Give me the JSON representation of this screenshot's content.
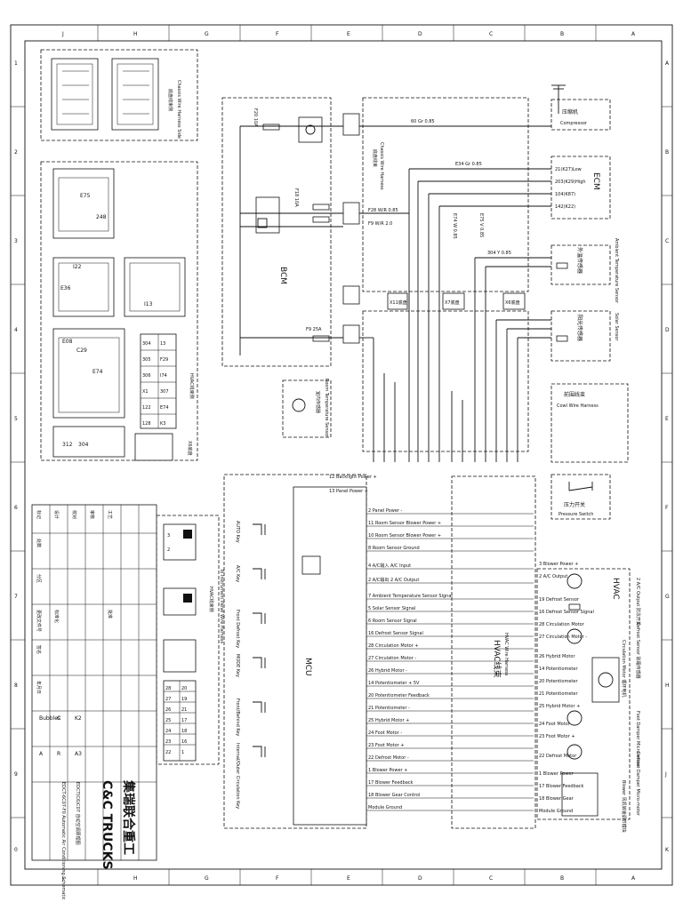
{
  "grid": {
    "cols_top": [
      "J",
      "H",
      "G",
      "F",
      "E",
      "D",
      "C",
      "B",
      "A"
    ],
    "rows_side": [
      "1",
      "2",
      "3",
      "4",
      "5",
      "6",
      "7",
      "8",
      "9",
      "0",
      "A",
      "B",
      "C",
      "D",
      "E",
      "F",
      "G",
      "H",
      "J",
      "K"
    ]
  },
  "boxes": {
    "compressor": {
      "cn": "压缩机",
      "en": "Compressor"
    },
    "ecm": {
      "name": "ECM",
      "pins": [
        "21(K27)Low",
        "203(K29)High",
        "104(K87)",
        "142(K22)"
      ]
    },
    "ambient": {
      "cn": "外温传感器",
      "en": "Ambient Temperature Sensor"
    },
    "solar": {
      "cn": "阳光传感器",
      "en": "Solar Sensor"
    },
    "cowl": {
      "cn": "前围线束",
      "en": "Cowl Wire Harness"
    },
    "pressure": {
      "cn": "压力开关",
      "en": "Pressure Switch"
    },
    "bcm": {
      "name": "BCM"
    },
    "chassis_harness": {
      "cn": "底盘线束",
      "en": "Chassis Wire Harness"
    },
    "mcu": {
      "name": "MCU"
    },
    "hvac_harness": {
      "cn": "HVAC线束",
      "en": "HVAC Wire Harness"
    },
    "hvac_side": {
      "cn": "HVAC线束侧",
      "en": "HVAC Wire Harness Side"
    },
    "hvac": {
      "name": "HVAC"
    },
    "room_sensor": {
      "cn": "室内传感器",
      "en": "Room Temperature Sensor"
    }
  },
  "wires": {
    "w1": "60 Gr 0.85",
    "w2": "E34 Gr 0.85",
    "w3": "304 Y 0.85",
    "w4": "E75 V 0.85",
    "w5": "E74 W 0.85",
    "w6": "F28 W/R 0.85",
    "w7": "F9 W/R 2.0",
    "f1": "F20 10A",
    "f2": "F18 10A",
    "f3": "F9 25A"
  },
  "connectors": [
    "X11底盘",
    "X7底盘",
    "X6底盘"
  ],
  "pin_labels": [
    "12 Backlight Power +",
    "13 Panel Power +",
    "2 Panel Power -",
    "11 Room Sensor Blower Power +",
    "10 Room Sensor Blower Power +",
    "8 Room Sensor Ground",
    "4 A/C输入 A/C Input",
    "2 A/C输出 2 A/C Output",
    "7 Ambient Temperature Sensor Signal",
    "5 Solar Sensor Signal",
    "6 Room Sensor Signal",
    "16 Defrost Sensor Signal",
    "28 Circulation Motor +",
    "27 Circulation Motor -",
    "26 Hybrid Motor -",
    "14 Potentiometer + 5V",
    "20 Potentiometer Feedback",
    "21 Potentiometer -",
    "25 Hybrid Motor +",
    "24 Foot Motor -",
    "23 Foot Motor +",
    "22 Defrost Motor -",
    "1 Blower Power +",
    "17 Blower Feedback",
    "18 Blower Gear Control",
    "Module Ground"
  ],
  "keys": [
    "AUTO Key",
    "A/C Key",
    "Front Defrost Key",
    "MODE Key",
    "Front/Behind Key",
    "Internal/Outer Circulation Key"
  ],
  "hvac_pins": [
    "3 Blower Power +",
    "2 A/C Output",
    "19 Defrost Sensor",
    "16 Defrost Sensor Signal",
    "28 Circulation Motor",
    "27 Circulation Motor -",
    "26 Hybrid Motor",
    "14 Potentiometer",
    "20 Potentiometer",
    "21 Potentiometer",
    "25 Hybrid Motor +",
    "24 Foot Motor",
    "23 Foot Motor +",
    "22 Defrost Motor",
    "1 Blower Power",
    "17 Blower Feedback",
    "18 Blower Gear",
    "Module Ground"
  ],
  "hvac_devices": [
    "2 A/C Output 防冻开关",
    "Defrost Sensor 除霜传感器",
    "Circulation Motor 循环电机",
    "Foot Damper Micro-motor",
    "Defrost Damper Micro-motor",
    "Blower 风机转速调节模块"
  ],
  "left_panel": {
    "title1": "底盘线束侧",
    "title1_en": "Chassis Wire Harness Side",
    "conn_pins": [
      "E75",
      "248",
      "I22",
      "E36",
      "I13",
      "E08",
      "E74",
      "C29",
      "312",
      "304"
    ],
    "table": [
      "304",
      "305",
      "306",
      "X1",
      "122",
      "128",
      "13",
      "F29",
      "I74",
      "307",
      "E74",
      "K3"
    ],
    "hvac_label": "HVAC线束侧",
    "ch_label": "X6底盘",
    "instr_side": "To Instrument Panel Wire Harness",
    "grid_pins": [
      "28",
      "20",
      "27",
      "19",
      "26",
      "25",
      "24",
      "23",
      "22",
      "21",
      "17",
      "18",
      "16",
      "1",
      "3",
      "2"
    ]
  },
  "title_block": {
    "company_cn": "集瑞联合重工",
    "company_en": "C&C TRUCKS",
    "doc": "EDCT(C6)C07 自动空调原理图",
    "doc_en": "EDCT-6C07-F0 Automatic Air Conditioning Schematic"
  },
  "legend_rows": [
    [
      "标记",
      "处数",
      "分区",
      "更改文件号",
      "签名",
      "年月日"
    ],
    [
      "设计",
      "",
      "",
      "标准化",
      "",
      ""
    ],
    [
      "校对",
      "",
      "",
      "",
      "",
      ""
    ],
    [
      "审核",
      "",
      "",
      "",
      "",
      ""
    ],
    [
      "工艺",
      "",
      "",
      "批准",
      "",
      ""
    ]
  ],
  "legend_codes": [
    "Bubbles",
    "C",
    "K2",
    "A",
    "R",
    "A3"
  ]
}
